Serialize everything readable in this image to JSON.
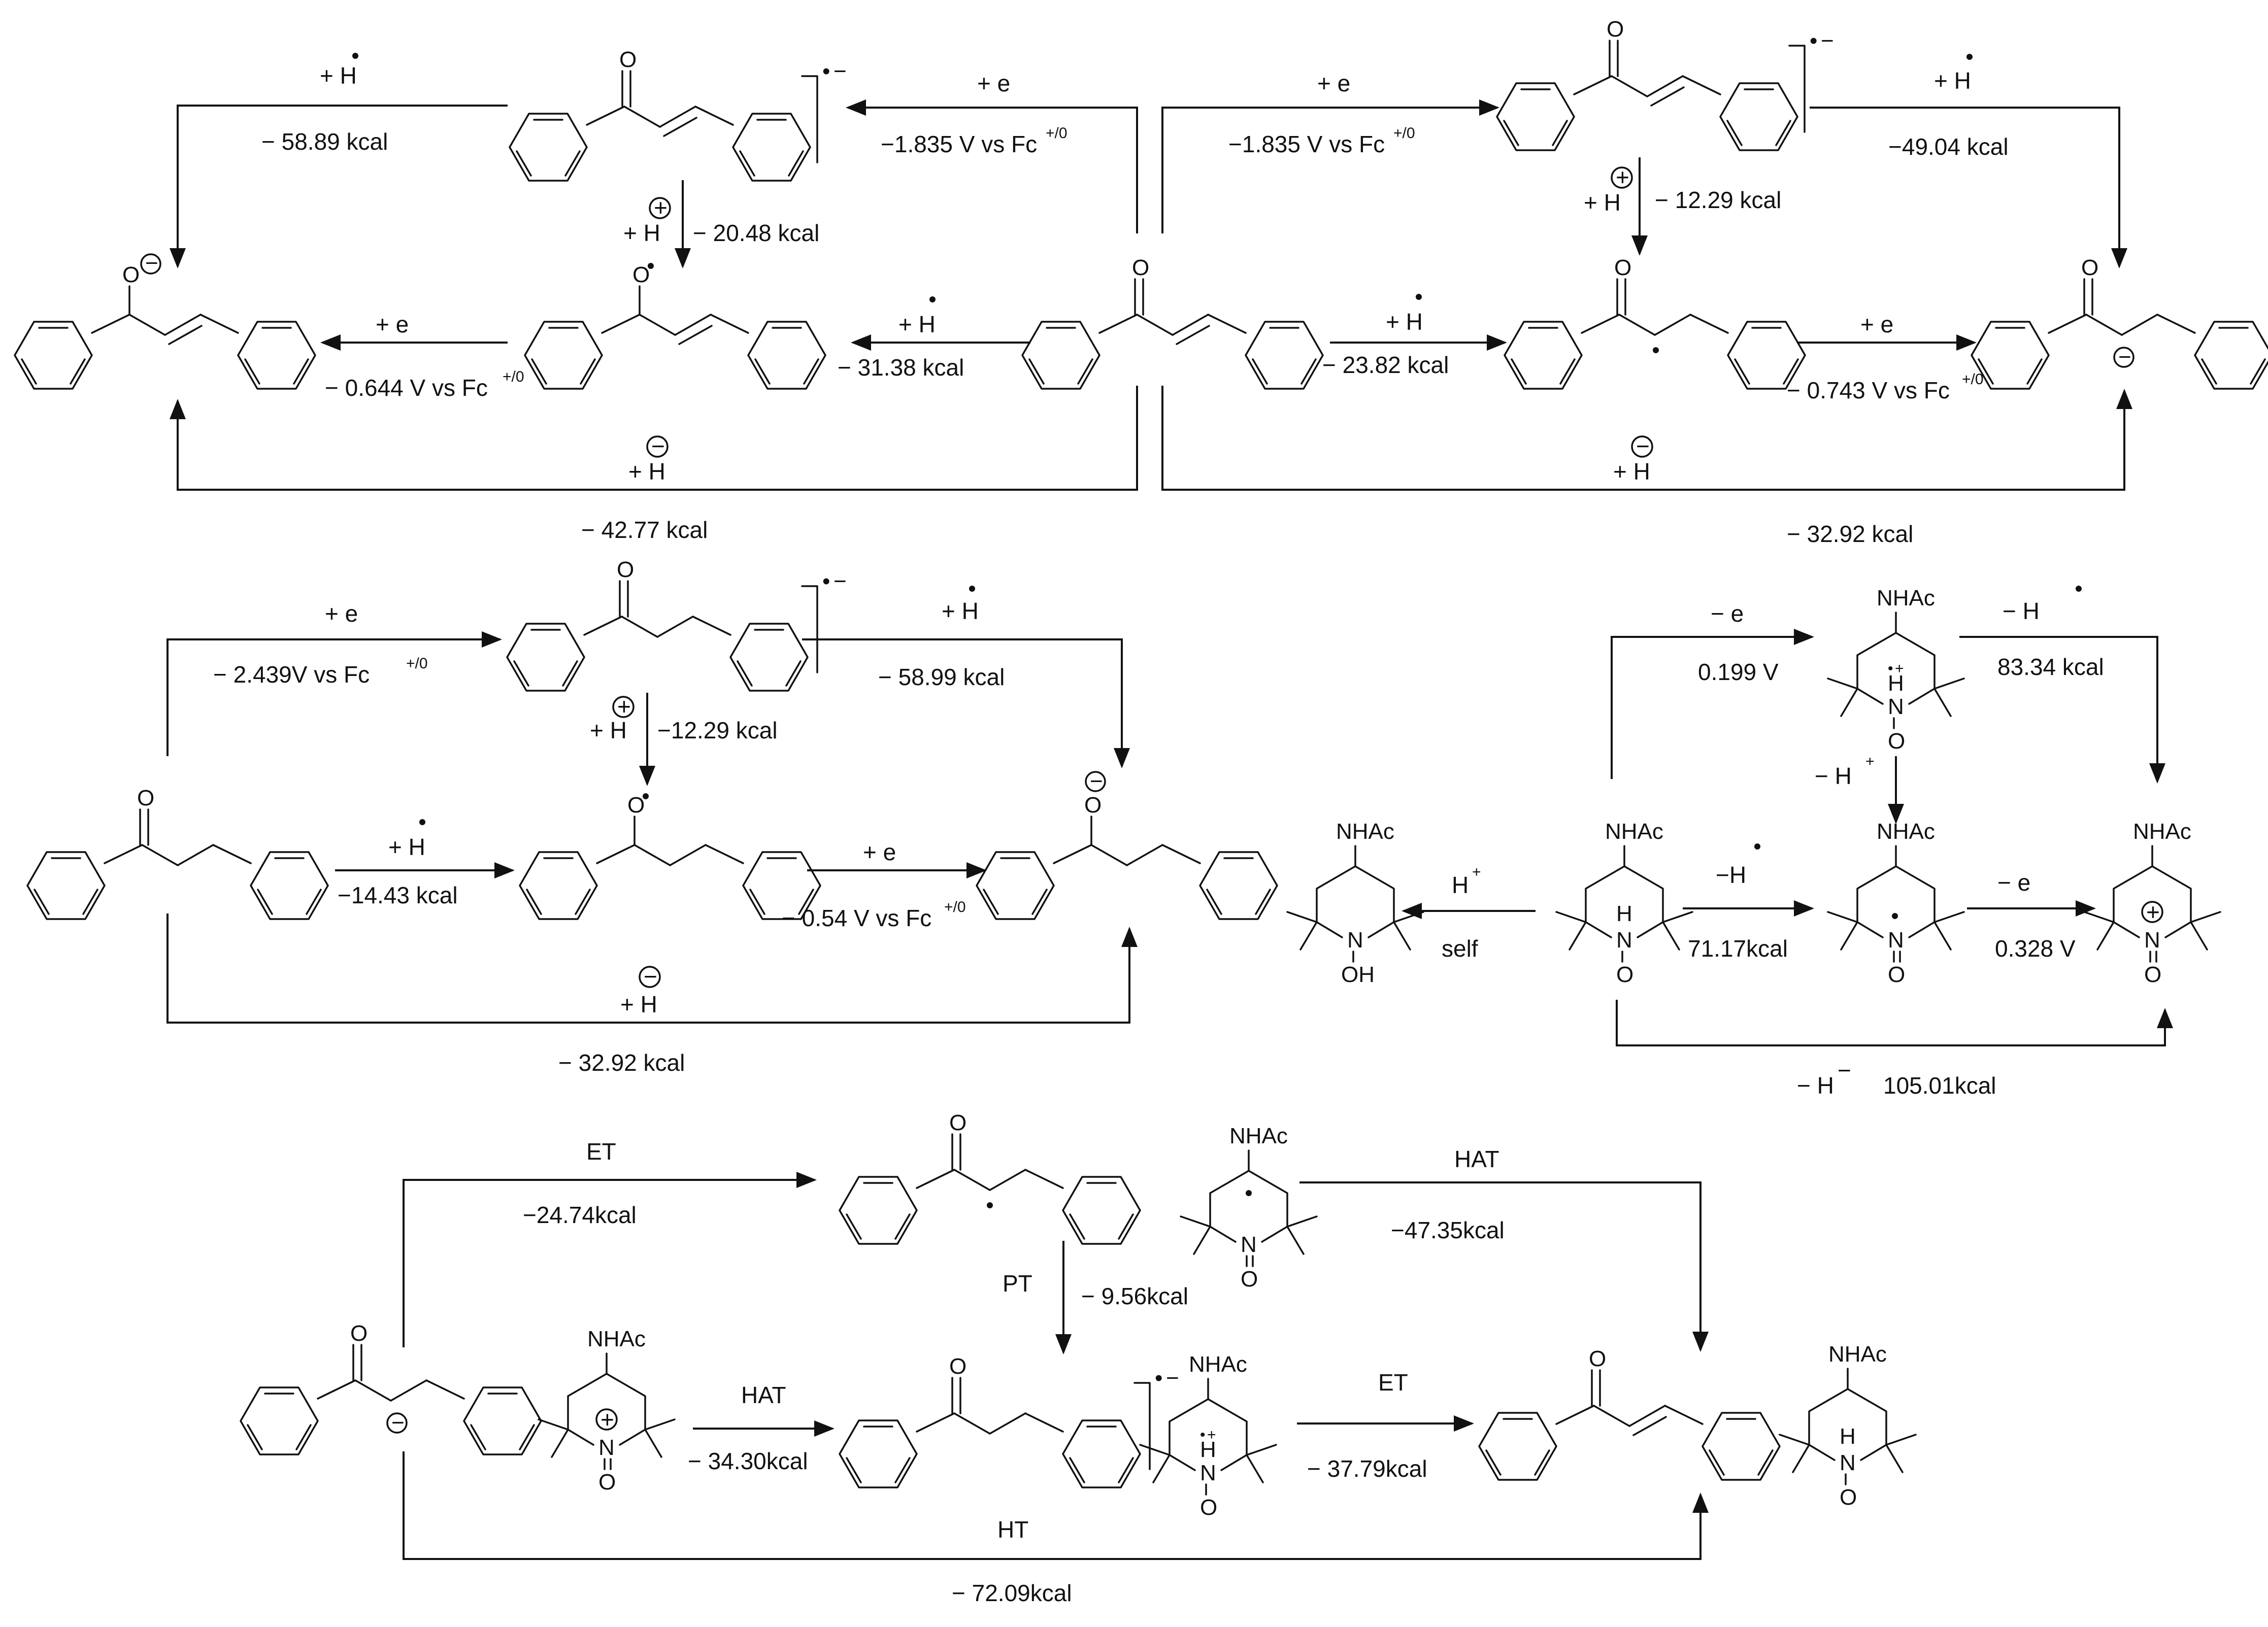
{
  "labels": {
    "a1": "+ e",
    "a2": "−1.835 V vs Fc",
    "a3": "+/0",
    "a4": "+ e",
    "a5": "−1.835 V vs Fc",
    "a6": "+/0",
    "a7": "+ H",
    "a8": "− 58.89 kcal",
    "a9": "+ H",
    "a10": "−49.04 kcal",
    "a11": "+ H",
    "a12": "− 20.48 kcal",
    "a13": "+ H",
    "a14": "− 12.29 kcal",
    "a15": "+ e",
    "a16": "− 0.644 V vs Fc",
    "a17": "+/0",
    "a18": "+ H",
    "a19": "− 31.38 kcal",
    "a20": "+ H",
    "a21": "− 23.82 kcal",
    "a22": "+ e",
    "a23": "− 0.743 V vs Fc",
    "a24": "+/0",
    "a25": "+ H",
    "a26": "− 42.77 kcal",
    "a27": "+ H",
    "a28": "− 32.92 kcal",
    "b1": "+ e",
    "b2": "− 2.439V vs Fc",
    "b3": "+/0",
    "b4": "+ H",
    "b5": "− 58.99 kcal",
    "b6": "+ H",
    "b7": "−12.29 kcal",
    "b8": "+ H",
    "b9": "−14.43 kcal",
    "b10": "+ e",
    "b11": "− 0.54 V vs Fc",
    "b12": "+/0",
    "b13": "+ H",
    "b14": "− 32.92 kcal",
    "c1": "− e",
    "c2": "0.199 V",
    "c3": "− H",
    "c4": "83.34 kcal",
    "c5": "− H",
    "c6": "+",
    "c7": "H",
    "c8": "+",
    "c9": "self",
    "c10": "−H",
    "c11": "71.17kcal",
    "c12": "− e",
    "c13": "0.328 V",
    "c14": "− H",
    "c15": "−",
    "c16": "105.01kcal",
    "d1": "ET",
    "d2": "−24.74kcal",
    "d3": "HAT",
    "d4": "−47.35kcal",
    "d5": "PT",
    "d6": "− 9.56kcal",
    "d7": "HAT",
    "d8": "− 34.30kcal",
    "d9": "ET",
    "d10": "− 37.79kcal",
    "d11": "HT",
    "d12": "− 72.09kcal"
  },
  "atoms": {
    "O": "O",
    "N": "N",
    "H": "H",
    "OH": "OH",
    "NHAc": "NHAc",
    "dots": "•",
    "minus": "−",
    "plus": "+"
  }
}
